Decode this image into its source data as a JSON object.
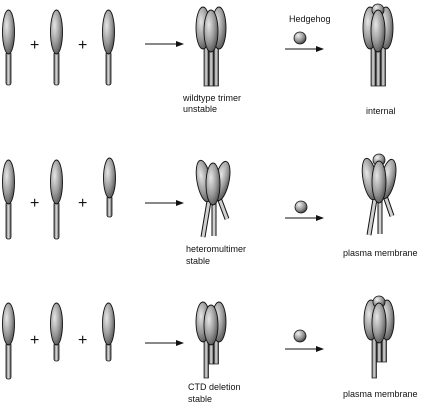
{
  "arrow_label": "Hedgehog",
  "rows": [
    {
      "name": "wildtype",
      "complex_label_1": "wildtype trimer",
      "complex_label_2": "unstable",
      "result_label": "internal"
    },
    {
      "name": "heteromultimer",
      "complex_label_1": "heteromultimer",
      "complex_label_2": "stable",
      "result_label": "plasma membrane"
    },
    {
      "name": "ctd-deletion",
      "complex_label_1": "CTD deletion",
      "complex_label_2": "stable",
      "result_label": "plasma membrane"
    }
  ],
  "colors": {
    "fill_light": "#d6d6d6",
    "fill_dark": "#5a5a5a",
    "stroke": "#111111"
  }
}
